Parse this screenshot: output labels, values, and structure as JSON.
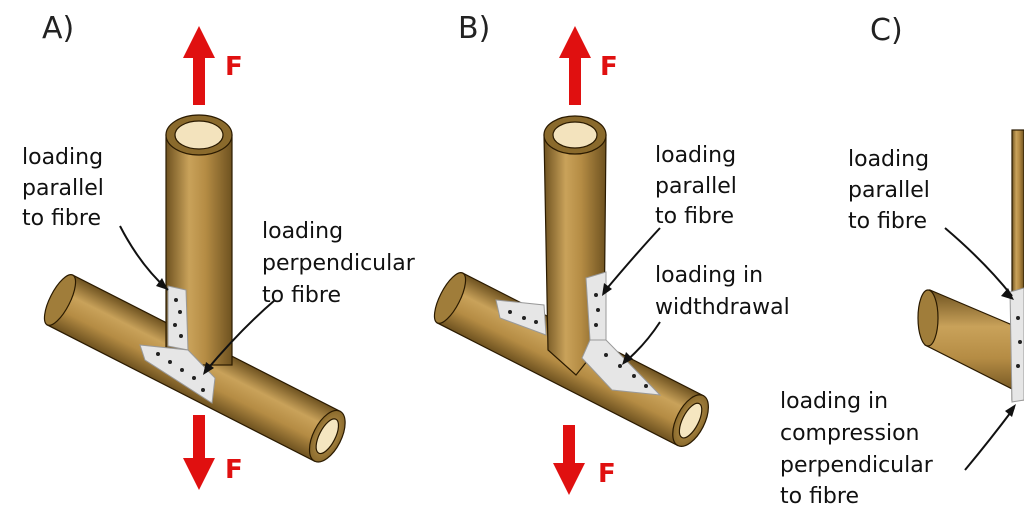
{
  "panels": [
    {
      "letter": "A)",
      "force_top": "F",
      "force_bottom": "F",
      "label_parallel": [
        "loading",
        "parallel",
        "to fibre"
      ],
      "label_perpendicular": [
        "loading",
        "perpendicular",
        "to fibre"
      ]
    },
    {
      "letter": "B)",
      "force_top": "F",
      "force_bottom": "F",
      "label_parallel": [
        "loading",
        "parallel",
        "to fibre"
      ],
      "label_withdrawal": [
        "loading in",
        "widthdrawal"
      ]
    },
    {
      "letter": "C)",
      "label_parallel": [
        "loading",
        "parallel",
        "to fibre"
      ],
      "label_compression": [
        "loading in",
        "compression",
        "perpendicular",
        "to fibre"
      ]
    }
  ],
  "colors": {
    "bamboo_light": "#c9a25a",
    "bamboo_dark": "#8a6a2c",
    "force_arrow": "#e01010",
    "plate": "#e6e6e6"
  }
}
